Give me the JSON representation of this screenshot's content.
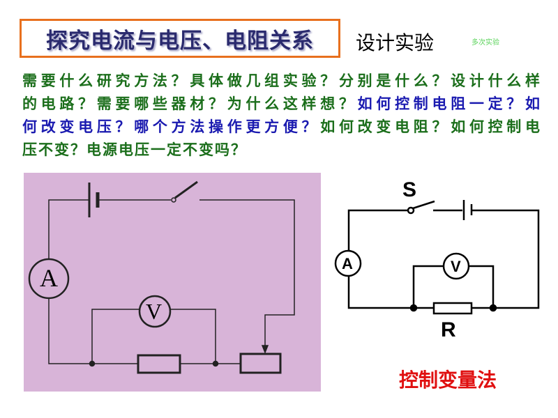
{
  "title": "探究电流与电压、电阻关系",
  "subtitle": "设计实验",
  "tiny_note": "多次实验",
  "questions": [
    [
      {
        "text": "需要什么研究方法？具体做几组实验？分别是什么？设计什么样",
        "color": "green"
      }
    ],
    [
      {
        "text": "的电路？需要哪些器材？为什么这样想？",
        "color": "green"
      },
      {
        "text": "如何控制电阻一定？如",
        "color": "blue"
      }
    ],
    [
      {
        "text": "何改变电压？哪个方法操作更方便？",
        "color": "blue"
      },
      {
        "text": "如何改变电阻？如何控制电",
        "color": "green"
      }
    ],
    [
      {
        "text": "压不变？电源电压一定不变吗？",
        "color": "green"
      }
    ]
  ],
  "left_circuit": {
    "ammeter": "A",
    "voltmeter": "V"
  },
  "right_circuit": {
    "switch_label": "S",
    "resistor_label": "R",
    "ammeter": "A",
    "voltmeter": "V"
  },
  "method_label": "控制变量法",
  "colors": {
    "border": "#e8701e",
    "title": "#2a2a6e",
    "green": "#1b6e1b",
    "blue": "#1a1ab0",
    "red": "#e01010",
    "panel": "#d8b4d8"
  }
}
